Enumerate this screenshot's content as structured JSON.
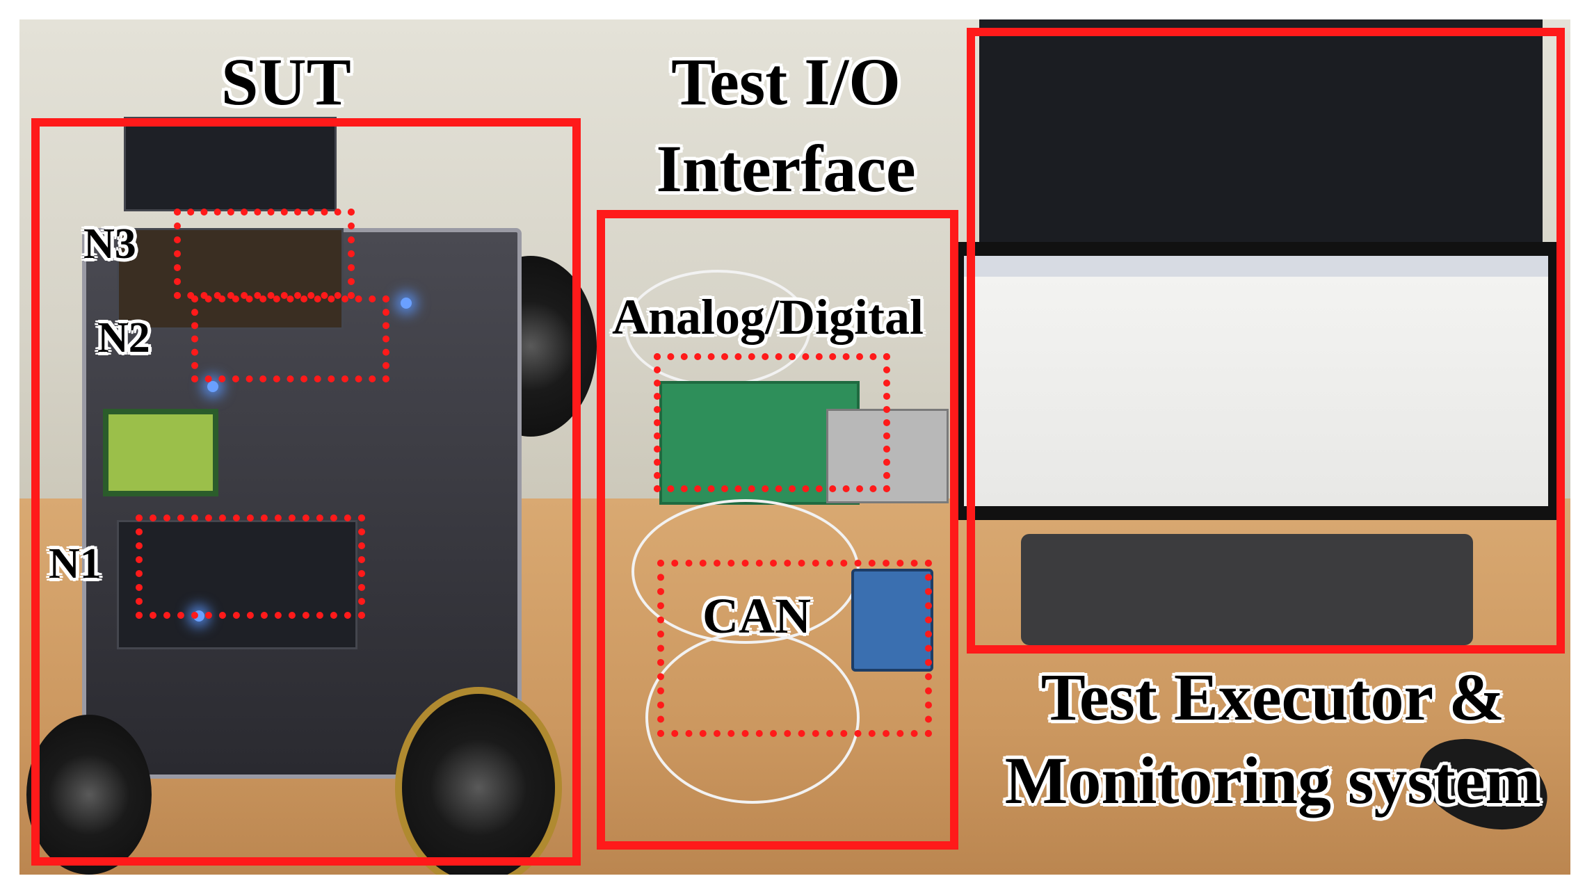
{
  "labels": {
    "sut": "SUT",
    "test_io_line1": "Test I/O",
    "test_io_line2": "Interface",
    "analog_digital": "Analog/Digital",
    "can": "CAN",
    "n1": "N1",
    "n2": "N2",
    "n3": "N3",
    "executor_line1": "Test Executor &",
    "executor_line2": "Monitoring system"
  },
  "colors": {
    "annotation": "#ff1a1a",
    "label_text": "#000000",
    "label_outline": "#ffffff"
  }
}
